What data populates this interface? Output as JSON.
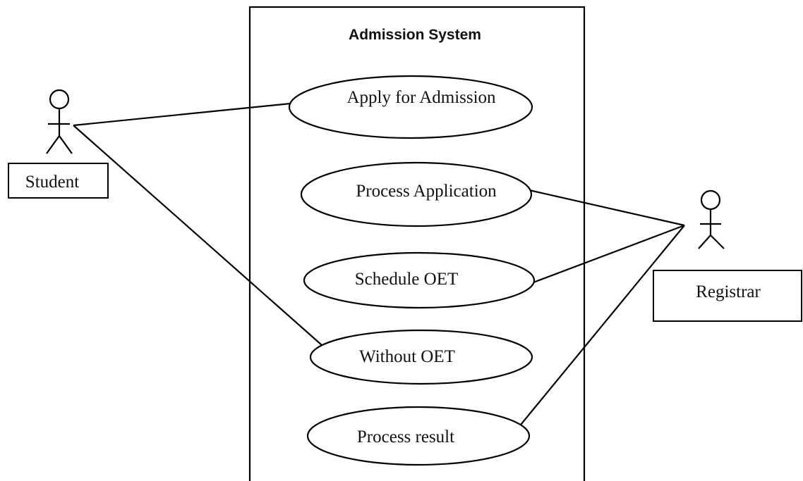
{
  "system": {
    "title": "Admission System"
  },
  "actors": [
    {
      "id": "student",
      "label": "Student"
    },
    {
      "id": "registrar",
      "label": "Registrar"
    }
  ],
  "use_cases": [
    {
      "id": "apply",
      "label": "Apply for Admission"
    },
    {
      "id": "process-application",
      "label": "Process Application"
    },
    {
      "id": "schedule-oet",
      "label": "Schedule OET"
    },
    {
      "id": "without-oet",
      "label": "Without OET"
    },
    {
      "id": "process-result",
      "label": "Process result"
    }
  ],
  "associations": [
    {
      "from": "student",
      "to": "apply"
    },
    {
      "from": "student",
      "to": "without-oet"
    },
    {
      "from": "registrar",
      "to": "process-application"
    },
    {
      "from": "registrar",
      "to": "schedule-oet"
    },
    {
      "from": "registrar",
      "to": "process-result"
    }
  ],
  "colors": {
    "line": "#000000",
    "background": "#ffffff"
  }
}
